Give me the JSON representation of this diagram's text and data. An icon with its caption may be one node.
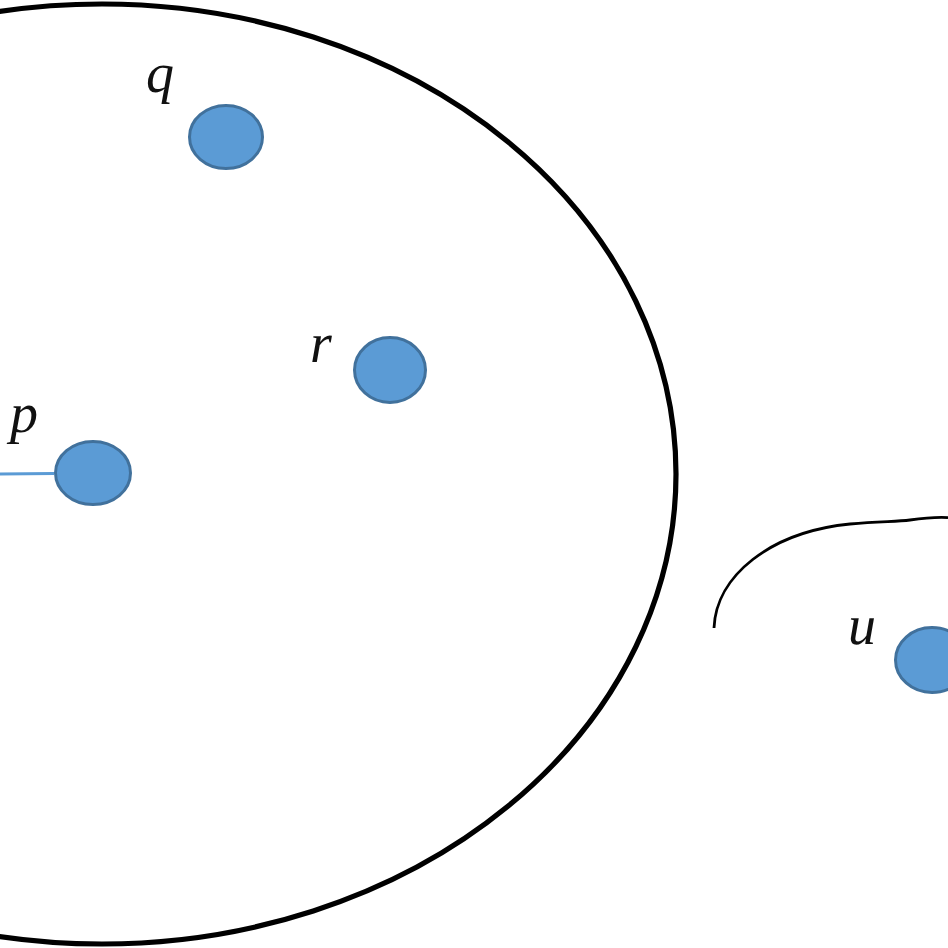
{
  "diagram": {
    "nodes": [
      {
        "text": [],
        "shape": "ellipse"
      },
      {
        "text": [],
        "shape": "circle",
        "in": 0,
        "beside": [
          "q"
        ]
      },
      {
        "text": [],
        "shape": "circle",
        "in": 0,
        "beside": [
          "r"
        ]
      },
      {
        "text": [],
        "shape": "circle",
        "in": 0,
        "beside": [
          "p"
        ]
      },
      {
        "text": [],
        "shape": "circle",
        "beside": [
          "u"
        ]
      }
    ],
    "edges": [
      {
        "from": null,
        "to": 3,
        "arrow": "none"
      }
    ]
  }
}
